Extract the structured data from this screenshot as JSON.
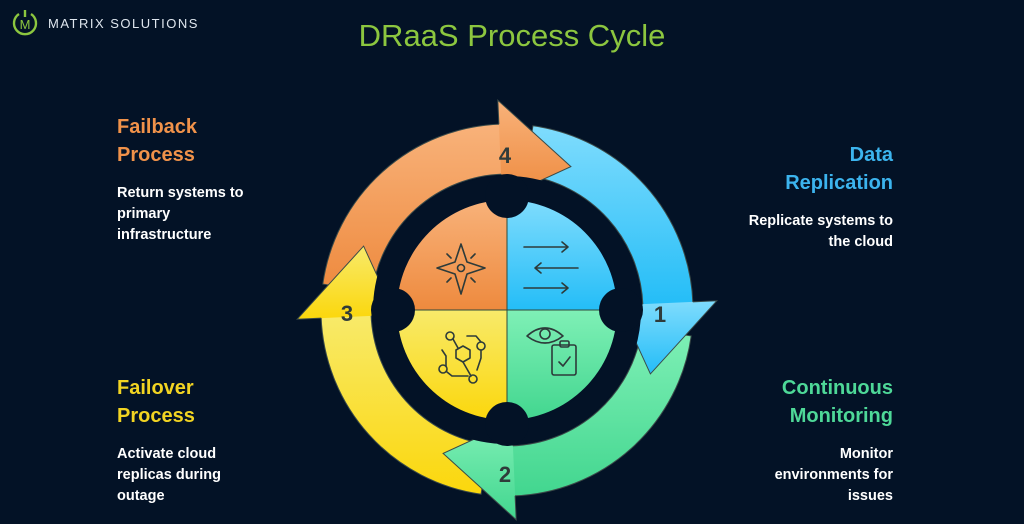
{
  "logo": {
    "name": "MATRIX SOLUTIONS",
    "mark": "M"
  },
  "title": "DRaaS Process Cycle",
  "steps": [
    {
      "number": "1",
      "title": "Data Replication",
      "title_lines": [
        "Data",
        "Replication"
      ],
      "description": "Replicate systems to the cloud",
      "color": "#3cc3f5",
      "icon": "arrows-exchange-icon"
    },
    {
      "number": "2",
      "title": "Continuous Monitoring",
      "title_lines": [
        "Continuous",
        "Monitoring"
      ],
      "description": "Monitor environments for issues",
      "color": "#4ed898",
      "icon": "eye-clipboard-icon"
    },
    {
      "number": "3",
      "title": "Failover Process",
      "title_lines": [
        "Failover",
        "Process"
      ],
      "description": "Activate cloud replicas during outage",
      "color": "#f5d823",
      "icon": "network-nodes-icon"
    },
    {
      "number": "4",
      "title": "Failback Process",
      "title_lines": [
        "Failback",
        "Process"
      ],
      "description": "Return systems to primary infrastructure",
      "color": "#f0924a",
      "icon": "compass-star-icon"
    }
  ]
}
